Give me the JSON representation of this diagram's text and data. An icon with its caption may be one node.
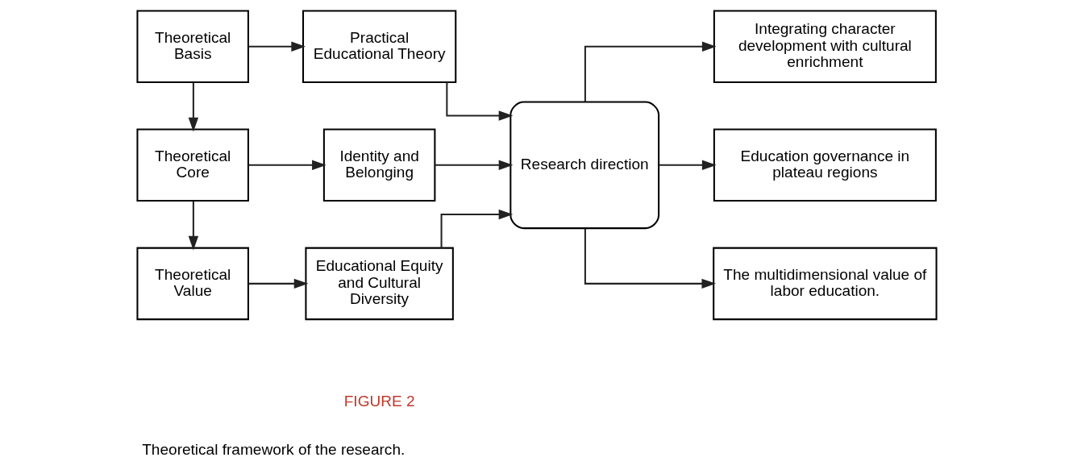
{
  "diagram": {
    "caption": "Theoretical framework of the research.",
    "nodes": [
      {
        "text": [
          "Theoretical Basis"
        ]
      },
      {
        "text": [
          "Practical Educational Theory"
        ]
      },
      {
        "text": [
          "Theoretical Core"
        ]
      },
      {
        "text": [
          "Identity and Belonging"
        ]
      },
      {
        "text": [
          "Theoretical Value"
        ]
      },
      {
        "text": [
          "Educational Equity and Cultural Diversity"
        ]
      },
      {
        "text": [
          "Research direction"
        ]
      },
      {
        "text": [
          "Integrating character development with cultural enrichment"
        ]
      },
      {
        "text": [
          "Education governance in plateau regions"
        ]
      },
      {
        "text": [
          "The multidimensional value of labor education."
        ]
      }
    ],
    "edges": [
      {
        "from": 0,
        "to": 1,
        "arrow": "to"
      },
      {
        "from": 0,
        "to": 2,
        "arrow": "to"
      },
      {
        "from": 2,
        "to": 3,
        "arrow": "to"
      },
      {
        "from": 2,
        "to": 4,
        "arrow": "to"
      },
      {
        "from": 4,
        "to": 5,
        "arrow": "to"
      },
      {
        "from": 1,
        "to": 6,
        "arrow": "to"
      },
      {
        "from": 3,
        "to": 6,
        "arrow": "to"
      },
      {
        "from": 5,
        "to": 6,
        "arrow": "to"
      },
      {
        "from": 6,
        "to": 7,
        "arrow": "to"
      },
      {
        "from": 6,
        "to": 8,
        "arrow": "to"
      },
      {
        "from": 6,
        "to": 9,
        "arrow": "to"
      }
    ],
    "labels": [
      "FIGURE 2"
    ]
  }
}
